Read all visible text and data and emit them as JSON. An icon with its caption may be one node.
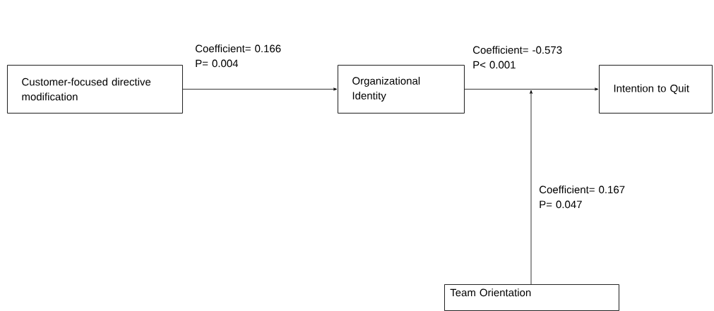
{
  "diagram": {
    "nodes": [
      {
        "text": [
          "Customer-focused directive modification"
        ]
      },
      {
        "text": [
          "Organizational Identity"
        ]
      },
      {
        "text": [
          "Intention to Quit"
        ]
      },
      {
        "text": [
          "Team Orientation"
        ]
      }
    ],
    "edges": [
      {
        "from": 0,
        "to": 1,
        "arrow": "to",
        "label": "Coefficient= 0.166 P= 0.004"
      },
      {
        "from": 1,
        "to": 2,
        "arrow": "to",
        "label": "Coefficient= -0.573 P< 0.001"
      },
      {
        "from": 3,
        "to": null,
        "arrow": "to",
        "label": "Coefficient= 0.167 P= 0.047"
      }
    ]
  }
}
